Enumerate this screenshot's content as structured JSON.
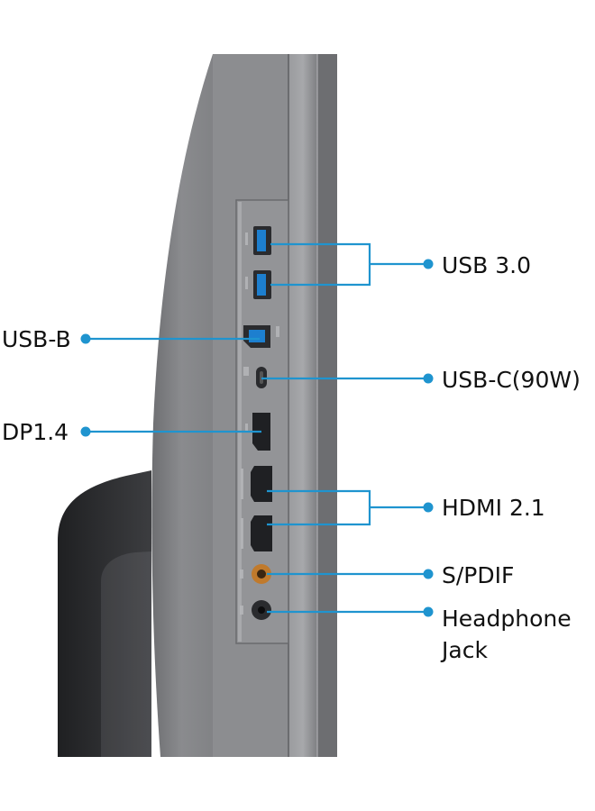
{
  "image": {
    "subject": "monitor-side-ports",
    "colors": {
      "callout": "#1f94cf",
      "panel": "#8d8e91",
      "panel_dark": "#5a5b5e",
      "stand": "#2f3032",
      "label_text": "#111111"
    }
  },
  "callouts": {
    "usb30": "USB 3.0",
    "usbb": "USB-B",
    "usbc": "USB-C(90W)",
    "dp": "DP1.4",
    "hdmi": "HDMI 2.1",
    "spdif": "S/PDIF",
    "headphone": "Headphone\nJack"
  }
}
